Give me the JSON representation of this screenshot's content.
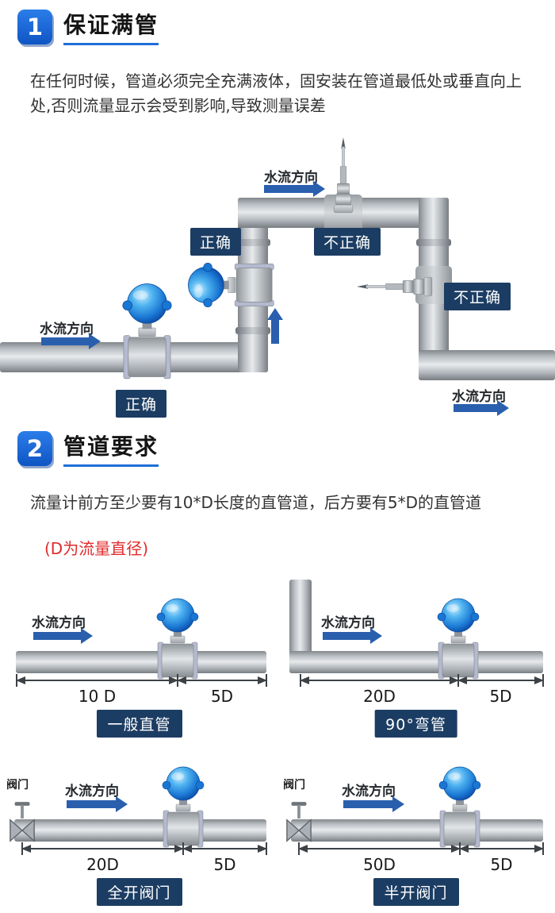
{
  "section1": {
    "number": "1",
    "title": "保证满管",
    "desc": "在任何时候，管道必须完全充满液体，固安装在管道最低处或垂直向上处,否则流量显示会受到影响,导致测量误差",
    "flow_label": "水流方向",
    "correct": "正确",
    "incorrect": "不正确"
  },
  "section2": {
    "number": "2",
    "title": "管道要求",
    "desc": "流量计前方至少要有10*D长度的直管道，后方要有5*D的直管道",
    "note": "(D为流量直径)",
    "flow_label": "水流方向",
    "valve_label": "阀门",
    "panels": [
      {
        "name": "一般直管",
        "before": "10 D",
        "after": "5D"
      },
      {
        "name": "90°弯管",
        "before": "20D",
        "after": "5D"
      },
      {
        "name": "全开阀门",
        "before": "20D",
        "after": "5D"
      },
      {
        "name": "半开阀门",
        "before": "50D",
        "after": "5D"
      }
    ]
  },
  "colors": {
    "accent_blue": "#1e6fd9",
    "tag_navy": "#1c3d63",
    "arrow_blue": "#2a5fae",
    "note_red": "#e02b2b",
    "meter_blue": "#1976d2"
  }
}
